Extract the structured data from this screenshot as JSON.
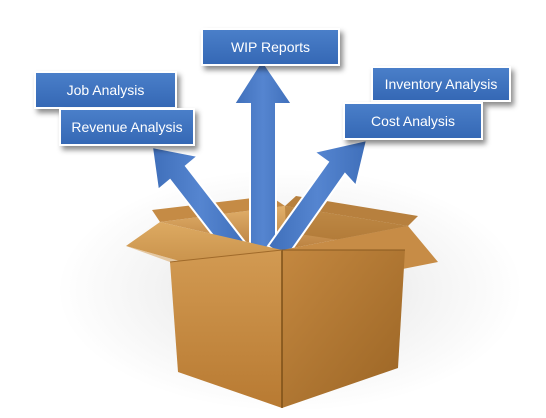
{
  "labels": {
    "wip_reports": "WIP Reports",
    "job_analysis": "Job Analysis",
    "revenue_analysis": "Revenue Analysis",
    "inventory_analysis": "Inventory Analysis",
    "cost_analysis": "Cost Analysis"
  },
  "colors": {
    "label_fill": "#3a6fbd",
    "arrow_fill": "#4b79c4",
    "arrow_edge": "#ffffff",
    "box_cardboard": "#c98a3c",
    "box_dark": "#8a5a20",
    "box_inside": "#d9a15a"
  }
}
